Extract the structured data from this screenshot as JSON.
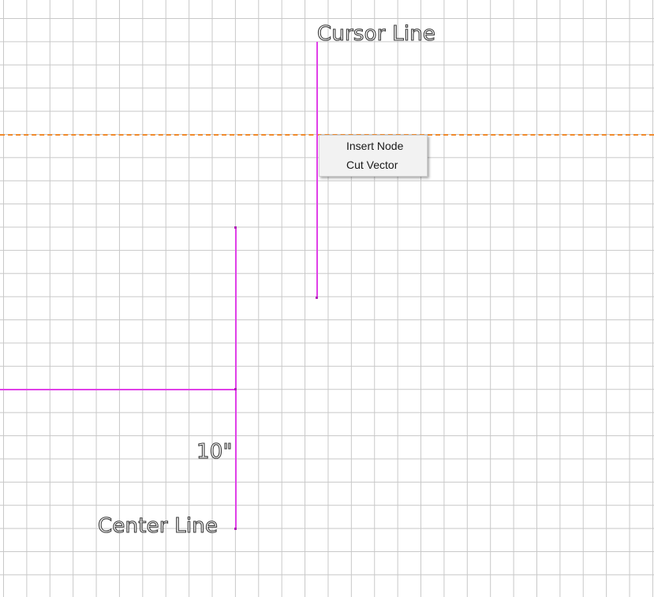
{
  "canvas": {
    "grid": true,
    "grid_color": "#c8c8c8",
    "background": "#ffffff"
  },
  "labels": {
    "cursor_line": "Cursor Line",
    "dimension": "10\"",
    "center_line": "Center Line"
  },
  "colors": {
    "vector_line": "#e040e8",
    "dashed_guide": "#f08a2c",
    "menu_background": "#f2f2f2"
  },
  "context_menu": {
    "items": [
      "Insert Node",
      "Cut Vector"
    ]
  }
}
